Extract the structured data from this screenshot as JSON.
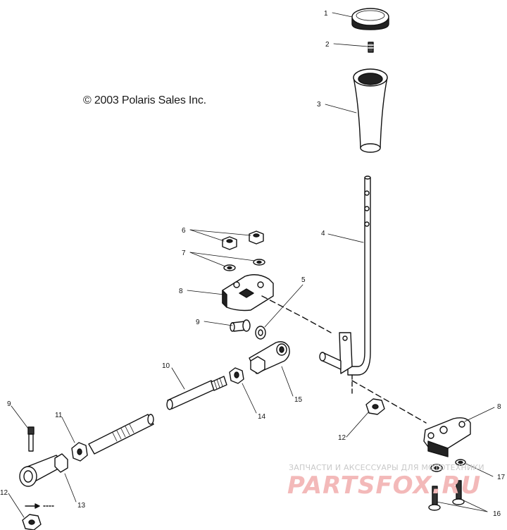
{
  "copyright": "© 2003 Polaris Sales Inc.",
  "watermark": {
    "text": "ЗАПЧАСТИ И АКСЕССУАРЫ ДЛЯ МОТОТЕХНИКИ",
    "logo": "PARTSFOX.RU"
  },
  "callouts": {
    "c1": "1",
    "c2": "2",
    "c3": "3",
    "c4": "4",
    "c5": "5",
    "c6": "6",
    "c7": "7",
    "c8a": "8",
    "c8b": "8",
    "c9a": "9",
    "c9b": "9",
    "c10": "10",
    "c11": "11",
    "c12a": "12",
    "c12b": "12",
    "c13": "13",
    "c14": "14",
    "c15": "15",
    "c16": "16",
    "c17": "17"
  },
  "colors": {
    "line": "#111111",
    "fill": "#ffffff",
    "shade": "#2a2a2a",
    "watermark": "#f3b9b9"
  }
}
